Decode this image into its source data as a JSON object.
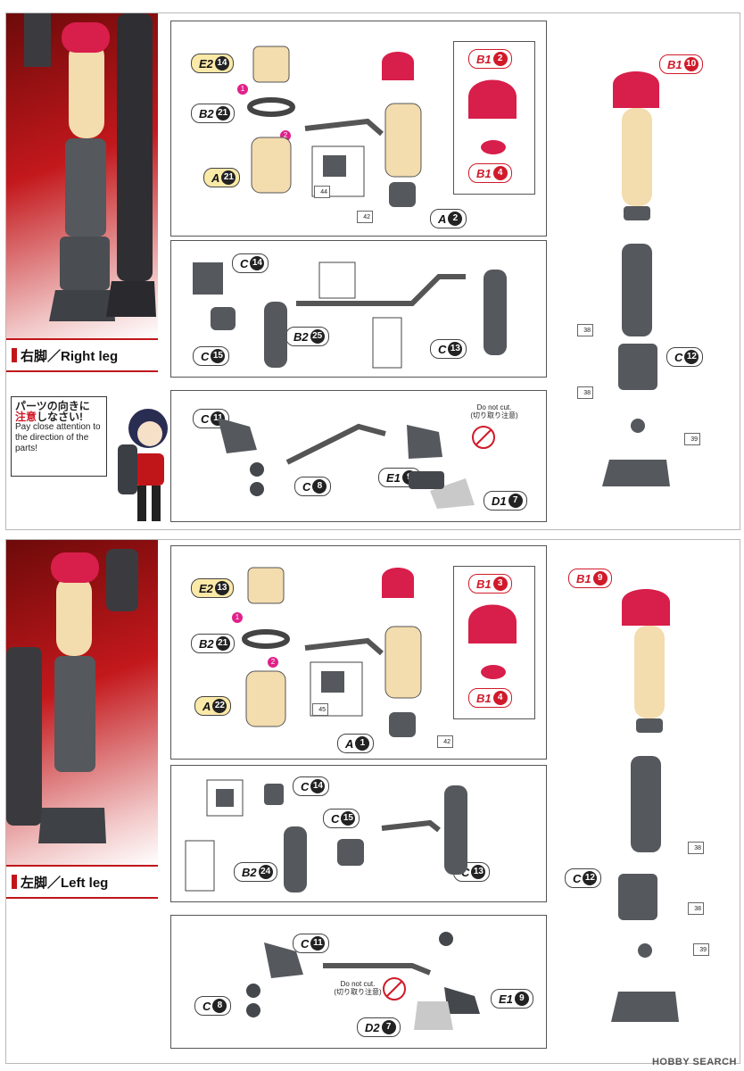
{
  "sections": [
    {
      "label": "右脚／Right leg",
      "step1": {
        "tags": {
          "e2": "E2",
          "e2n": "14",
          "b2": "B2",
          "b2n": "21",
          "a": "A",
          "an": "21",
          "b1a": "B1",
          "b1an": "2",
          "b1b": "B1",
          "b1bn": "4",
          "a2": "A",
          "a2n": "2",
          "b1c": "B1",
          "b1cn": "10"
        },
        "refs": {
          "r1": "44",
          "r2": "42"
        },
        "steps": {
          "s1": "1",
          "s2": "2"
        }
      },
      "step2": {
        "tags": {
          "c1": "C",
          "c1n": "14",
          "c2": "C",
          "c2n": "15",
          "b2": "B2",
          "b2n": "25",
          "c3": "C",
          "c3n": "13"
        }
      },
      "side": {
        "c12": "C",
        "c12n": "12",
        "ref1": "38",
        "ref2": "38",
        "ref3": "39"
      },
      "step3": {
        "tags": {
          "c1": "C",
          "c1n": "11",
          "c2": "C",
          "c2n": "8",
          "e1": "E1",
          "e1n": "9",
          "d1": "D1",
          "d1n": "7"
        },
        "donotcut": "Do not cut.",
        "donotcut_jp": "(切り取り注意)"
      }
    },
    {
      "label": "左脚／Left leg",
      "step1": {
        "tags": {
          "e2": "E2",
          "e2n": "13",
          "b2": "B2",
          "b2n": "21",
          "a": "A",
          "an": "22",
          "b1a": "B1",
          "b1an": "3",
          "b1b": "B1",
          "b1bn": "4",
          "a2": "A",
          "a2n": "1",
          "b1c": "B1",
          "b1cn": "9"
        },
        "refs": {
          "r1": "45",
          "r2": "42"
        },
        "steps": {
          "s1": "1",
          "s2": "2"
        }
      },
      "step2": {
        "tags": {
          "c1": "C",
          "c1n": "14",
          "c2": "C",
          "c2n": "15",
          "b2": "B2",
          "b2n": "24",
          "c3": "C",
          "c3n": "13"
        }
      },
      "side": {
        "c12": "C",
        "c12n": "12",
        "ref1": "38",
        "ref2": "38",
        "ref3": "39"
      },
      "step3": {
        "tags": {
          "c1": "C",
          "c1n": "11",
          "c2": "C",
          "c2n": "8",
          "e1": "E1",
          "e1n": "9",
          "d1": "D2",
          "d1n": "7"
        },
        "donotcut": "Do not cut.",
        "donotcut_jp": "(切り取り注意)"
      }
    }
  ],
  "note": {
    "jp_line1": "パーツの向きに",
    "jp_line2a": "注意",
    "jp_line2b": "しなさい!",
    "en": "Pay close attention to the direction of the parts!"
  },
  "watermark": "HOBBY SEARCH",
  "colors": {
    "red": "#c0161a",
    "skin": "#f3dcae",
    "dark": "#55585c",
    "pink": "#e0218a"
  }
}
